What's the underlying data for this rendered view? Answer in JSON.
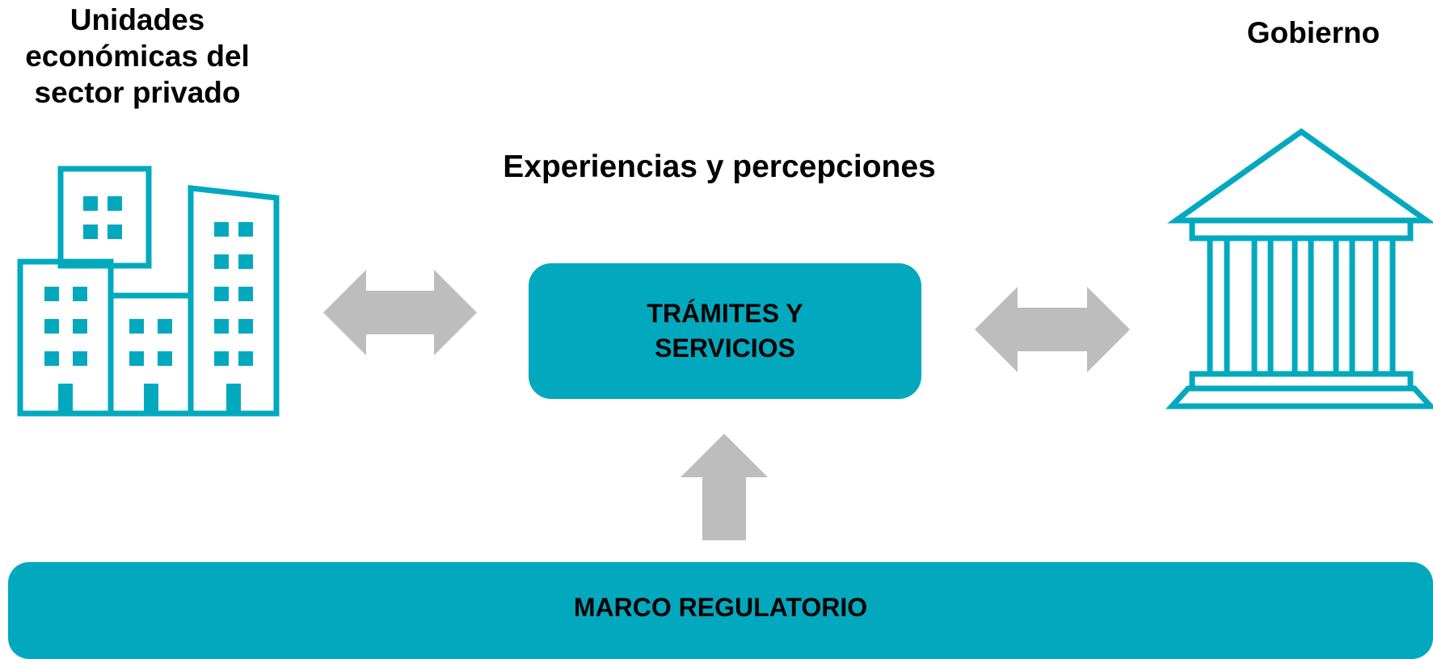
{
  "left_actor": {
    "title_lines": [
      "Unidades",
      "económicas del",
      "sector privado"
    ],
    "icon": "office-buildings-icon"
  },
  "right_actor": {
    "title": "Gobierno",
    "icon": "government-building-icon"
  },
  "center_title": "Experiencias y percepciones",
  "center_box": {
    "label": "TRÁMITES Y SERVICIOS"
  },
  "bottom_box": {
    "label": "MARCO REGULATORIO"
  },
  "arrows": {
    "left": "double-arrow-icon",
    "right": "double-arrow-icon",
    "up": "up-arrow-icon"
  },
  "colors": {
    "accent": "#02a9be",
    "arrow": "#bdbdbd",
    "text": "#000000"
  }
}
